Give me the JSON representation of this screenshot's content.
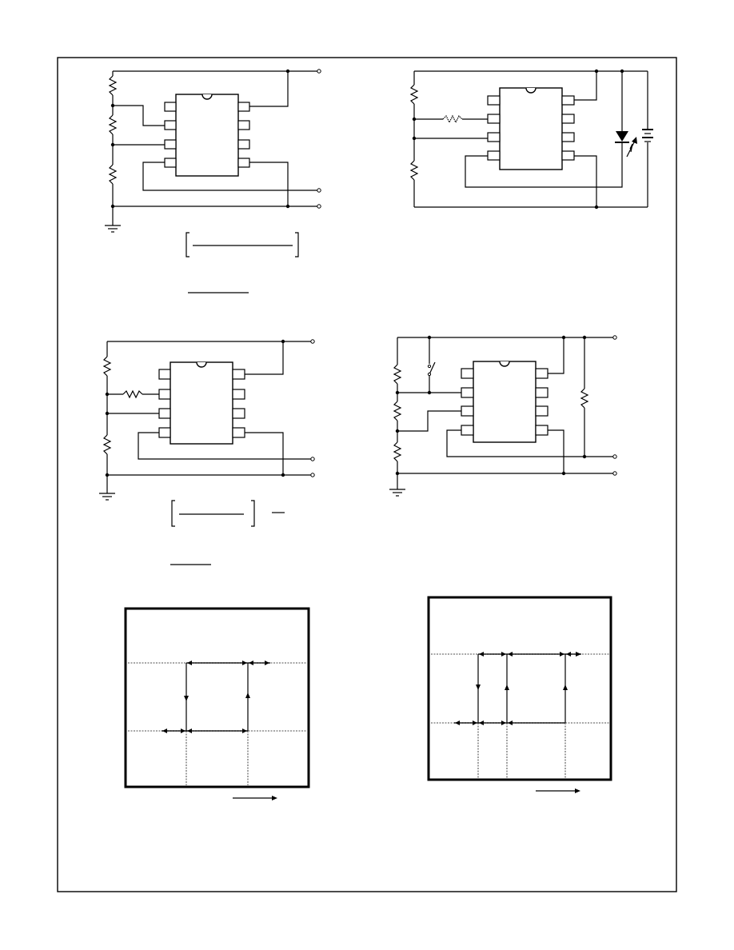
{
  "page": {
    "description_visible_text": ""
  },
  "figures": [
    {
      "id": "circuit-1",
      "kind": "ic-8pin-voltage-divider"
    },
    {
      "id": "circuit-2",
      "kind": "ic-8pin-led-photodiode"
    },
    {
      "id": "circuit-3",
      "kind": "ic-8pin-divider-series-resistor"
    },
    {
      "id": "circuit-4",
      "kind": "ic-8pin-switch-divider"
    },
    {
      "id": "hysteresis-1",
      "kind": "transfer-characteristic"
    },
    {
      "id": "hysteresis-2",
      "kind": "transfer-characteristic"
    }
  ]
}
